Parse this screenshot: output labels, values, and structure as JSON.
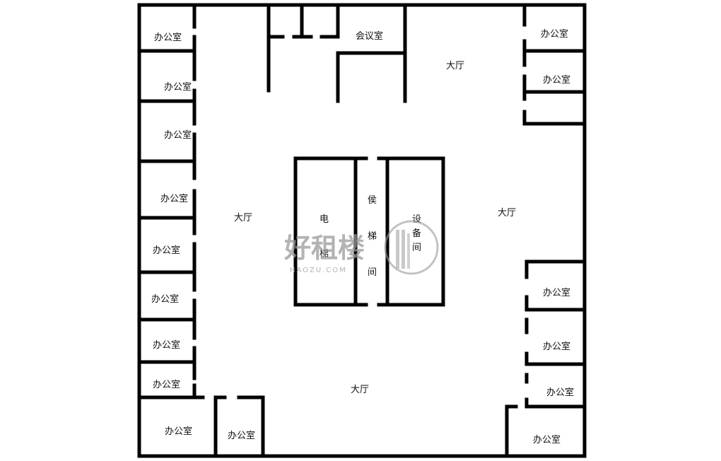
{
  "labels": {
    "office": "办公室",
    "meeting_room": "会议室",
    "lobby": "大厅",
    "elevator_1": "电",
    "elevator_2": "梯",
    "waiting_1": "侯",
    "waiting_2": "梯",
    "waiting_3": "间",
    "equipment_1": "设",
    "equipment_2": "备",
    "equipment_3": "间"
  },
  "watermark": {
    "main": "好租楼",
    "sub": "HAOZU.COM"
  },
  "colors": {
    "wall": "#000000",
    "background": "#ffffff",
    "text": "#111111",
    "watermark": "#9a9a9a"
  }
}
